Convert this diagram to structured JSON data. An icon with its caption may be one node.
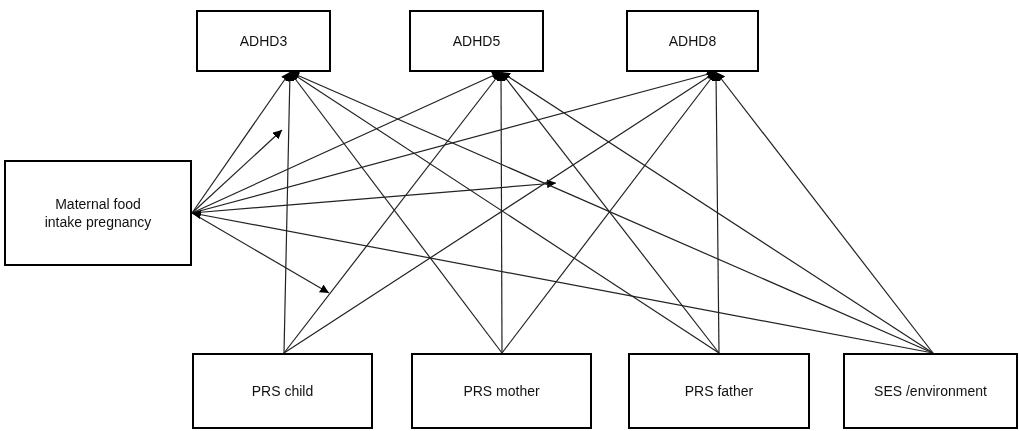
{
  "diagram": {
    "nodes": [
      {
        "text": [
          "ADHD3"
        ]
      },
      {
        "text": [
          "ADHD5"
        ]
      },
      {
        "text": [
          "ADHD8"
        ]
      },
      {
        "text": [
          "Maternal food intake pregnancy"
        ]
      },
      {
        "text": [
          "PRS child"
        ]
      },
      {
        "text": [
          "PRS mother"
        ]
      },
      {
        "text": [
          "PRS father"
        ]
      },
      {
        "text": [
          "SES /environment"
        ]
      }
    ],
    "edges": [
      {
        "from": 3,
        "to": 0,
        "arrow": "to"
      },
      {
        "from": 3,
        "to": 1,
        "arrow": "to"
      },
      {
        "from": 3,
        "to": 2,
        "arrow": "to"
      },
      {
        "from": 3,
        "to": null,
        "arrow": "to"
      },
      {
        "from": 3,
        "to": null,
        "arrow": "to"
      },
      {
        "from": 3,
        "to": null,
        "arrow": "to"
      },
      {
        "from": 7,
        "to": 3,
        "arrow": "to"
      },
      {
        "from": 4,
        "to": 0,
        "arrow": "to"
      },
      {
        "from": 4,
        "to": 1,
        "arrow": "to"
      },
      {
        "from": 4,
        "to": 2,
        "arrow": "to"
      },
      {
        "from": 5,
        "to": 0,
        "arrow": "to"
      },
      {
        "from": 5,
        "to": 1,
        "arrow": "to"
      },
      {
        "from": 5,
        "to": 2,
        "arrow": "to"
      },
      {
        "from": 6,
        "to": 0,
        "arrow": "to"
      },
      {
        "from": 6,
        "to": 1,
        "arrow": "to"
      },
      {
        "from": 6,
        "to": 2,
        "arrow": "to"
      },
      {
        "from": 7,
        "to": 0,
        "arrow": "to"
      },
      {
        "from": 7,
        "to": 1,
        "arrow": "to"
      },
      {
        "from": 7,
        "to": 2,
        "arrow": "to"
      }
    ]
  }
}
